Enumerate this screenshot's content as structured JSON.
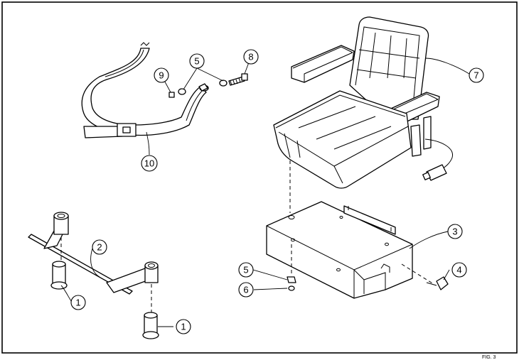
{
  "drawing": {
    "callouts": [
      {
        "id": "c-9",
        "number": "9"
      },
      {
        "id": "c-5a",
        "number": "5"
      },
      {
        "id": "c-8",
        "number": "8"
      },
      {
        "id": "c-7",
        "number": "7"
      },
      {
        "id": "c-10",
        "number": "10"
      },
      {
        "id": "c-2",
        "number": "2"
      },
      {
        "id": "c-3",
        "number": "3"
      },
      {
        "id": "c-5b",
        "number": "5"
      },
      {
        "id": "c-4",
        "number": "4"
      },
      {
        "id": "c-6",
        "number": "6"
      },
      {
        "id": "c-1a",
        "number": "1"
      },
      {
        "id": "c-1b",
        "number": "1"
      }
    ],
    "figure_tag": "FIG. 3"
  }
}
